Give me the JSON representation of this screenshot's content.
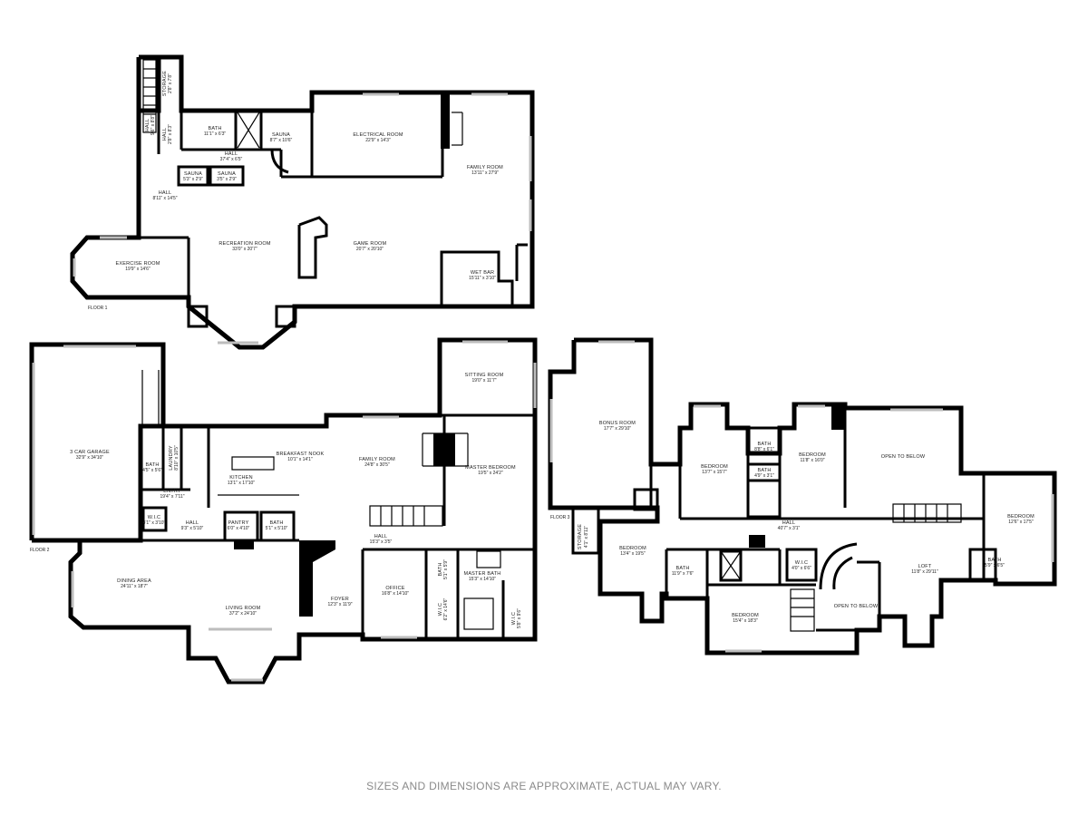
{
  "floors": [
    {
      "label": "FLOOR 1",
      "rooms": [
        {
          "id": "f1-hall-1",
          "name": "HALL",
          "dim": "9'6\" x 8'8\""
        },
        {
          "id": "f1-storage",
          "name": "STORAGE",
          "dim": "2'8\" x 7'8\""
        },
        {
          "id": "f1-hall-2",
          "name": "HALL",
          "dim": "2'8\" x 8'3\""
        },
        {
          "id": "f1-bath",
          "name": "BATH",
          "dim": "11'1\" x 6'3\""
        },
        {
          "id": "f1-sauna-big",
          "name": "SAUNA",
          "dim": "8'7\" x 10'6\""
        },
        {
          "id": "f1-hall-3",
          "name": "HALL",
          "dim": "37'4\" x 6'5\""
        },
        {
          "id": "f1-sauna-1",
          "name": "SAUNA",
          "dim": "5'3\" x 2'9\""
        },
        {
          "id": "f1-sauna-2",
          "name": "SAUNA",
          "dim": "3'5\" x 2'9\""
        },
        {
          "id": "f1-electrical",
          "name": "ELECTRICAL ROOM",
          "dim": "22'9\" x 14'3\""
        },
        {
          "id": "f1-family",
          "name": "FAMILY ROOM",
          "dim": "13'11\" x 27'9\""
        },
        {
          "id": "f1-hall-4",
          "name": "HALL",
          "dim": "8'11\" x 14'5\""
        },
        {
          "id": "f1-exercise",
          "name": "EXERCISE ROOM",
          "dim": "19'9\" x 14'6\""
        },
        {
          "id": "f1-recreation",
          "name": "RECREATION ROOM",
          "dim": "33'0\" x 20'7\""
        },
        {
          "id": "f1-game",
          "name": "GAME ROOM",
          "dim": "20'7\" x 20'10\""
        },
        {
          "id": "f1-wetbar",
          "name": "WET BAR",
          "dim": "15'11\" x 3'10\""
        }
      ]
    },
    {
      "label": "FLOOR 2",
      "rooms": [
        {
          "id": "f2-garage",
          "name": "3 CAR GARAGE",
          "dim": "32'9\" x 34'10\""
        },
        {
          "id": "f2-laundry",
          "name": "LAUNDRY",
          "dim": "8'10\" x 10'5\""
        },
        {
          "id": "f2-bath-1",
          "name": "BATH",
          "dim": "4'5\" x 5'6\""
        },
        {
          "id": "f2-entry",
          "name": "ENTRY",
          "dim": "19'4\" x 7'11\""
        },
        {
          "id": "f2-wic-1",
          "name": "W.I.C",
          "dim": "4'1\" x 3'10\""
        },
        {
          "id": "f2-hall-1",
          "name": "HALL",
          "dim": "9'3\" x 5'10\""
        },
        {
          "id": "f2-kitchen",
          "name": "KITCHEN",
          "dim": "13'1\" x 17'10\""
        },
        {
          "id": "f2-nook",
          "name": "BREAKFAST NOOK",
          "dim": "10'1\" x 14'1\""
        },
        {
          "id": "f2-pantry",
          "name": "PANTRY",
          "dim": "6'0\" x 4'10\""
        },
        {
          "id": "f2-bath-2",
          "name": "BATH",
          "dim": "5'1\" x 5'10\""
        },
        {
          "id": "f2-family",
          "name": "FAMILY ROOM",
          "dim": "24'8\" x 30'5\""
        },
        {
          "id": "f2-sitting",
          "name": "SITTING ROOM",
          "dim": "19'0\" x 11'7\""
        },
        {
          "id": "f2-master",
          "name": "MASTER BEDROOM",
          "dim": "19'5\" x 24'2\""
        },
        {
          "id": "f2-hall-2",
          "name": "HALL",
          "dim": "15'3\" x 3'5\""
        },
        {
          "id": "f2-dining",
          "name": "DINING AREA",
          "dim": "24'11\" x 18'7\""
        },
        {
          "id": "f2-living",
          "name": "LIVING ROOM",
          "dim": "37'2\" x 24'10\""
        },
        {
          "id": "f2-foyer",
          "name": "FOYER",
          "dim": "12'3\" x 11'9\""
        },
        {
          "id": "f2-office",
          "name": "OFFICE",
          "dim": "16'8\" x 14'10\""
        },
        {
          "id": "f2-bath-3",
          "name": "BATH",
          "dim": "5'1\" x 5'9\""
        },
        {
          "id": "f2-wic-2",
          "name": "W.I.C",
          "dim": "6'2\" x 14'6\""
        },
        {
          "id": "f2-master-bath",
          "name": "MASTER BATH",
          "dim": "15'3\" x 14'10\""
        },
        {
          "id": "f2-wic-3",
          "name": "W.I.C",
          "dim": "5'8\" x 9'6\""
        }
      ]
    },
    {
      "label": "FLOOR 3",
      "rooms": [
        {
          "id": "f3-bonus",
          "name": "BONUS ROOM",
          "dim": "17'7\" x 29'10\""
        },
        {
          "id": "f3-storage",
          "name": "STORAGE",
          "dim": "4'1\" x 8'11\""
        },
        {
          "id": "f3-bedroom-1",
          "name": "BEDROOM",
          "dim": "13'7\" x 15'7\""
        },
        {
          "id": "f3-bath-1",
          "name": "BATH",
          "dim": "8'8\" x 6'1\""
        },
        {
          "id": "f3-bath-2",
          "name": "BATH",
          "dim": "4'9\" x 3'1\""
        },
        {
          "id": "f3-bedroom-2",
          "name": "BEDROOM",
          "dim": "11'8\" x 16'0\""
        },
        {
          "id": "f3-open-1",
          "name": "OPEN TO BELOW",
          "dim": ""
        },
        {
          "id": "f3-bedroom-3",
          "name": "BEDROOM",
          "dim": "13'4\" x 19'5\""
        },
        {
          "id": "f3-hall",
          "name": "HALL",
          "dim": "40'7\" x 3'1\""
        },
        {
          "id": "f3-bath-3",
          "name": "BATH",
          "dim": "11'9\" x 7'6\""
        },
        {
          "id": "f3-wic",
          "name": "W.I.C",
          "dim": "4'0\" x 6'6\""
        },
        {
          "id": "f3-bedroom-4",
          "name": "BEDROOM",
          "dim": "15'4\" x 18'3\""
        },
        {
          "id": "f3-open-2",
          "name": "OPEN TO BELOW",
          "dim": ""
        },
        {
          "id": "f3-loft",
          "name": "LOFT",
          "dim": "11'8\" x 29'11\""
        },
        {
          "id": "f3-bath-4",
          "name": "BATH",
          "dim": "5'9\" x 6'5\""
        },
        {
          "id": "f3-bedroom-5",
          "name": "BEDROOM",
          "dim": "12'6\" x 17'5\""
        }
      ]
    }
  ],
  "disclaimer": "SIZES AND DIMENSIONS ARE APPROXIMATE, ACTUAL MAY VARY."
}
